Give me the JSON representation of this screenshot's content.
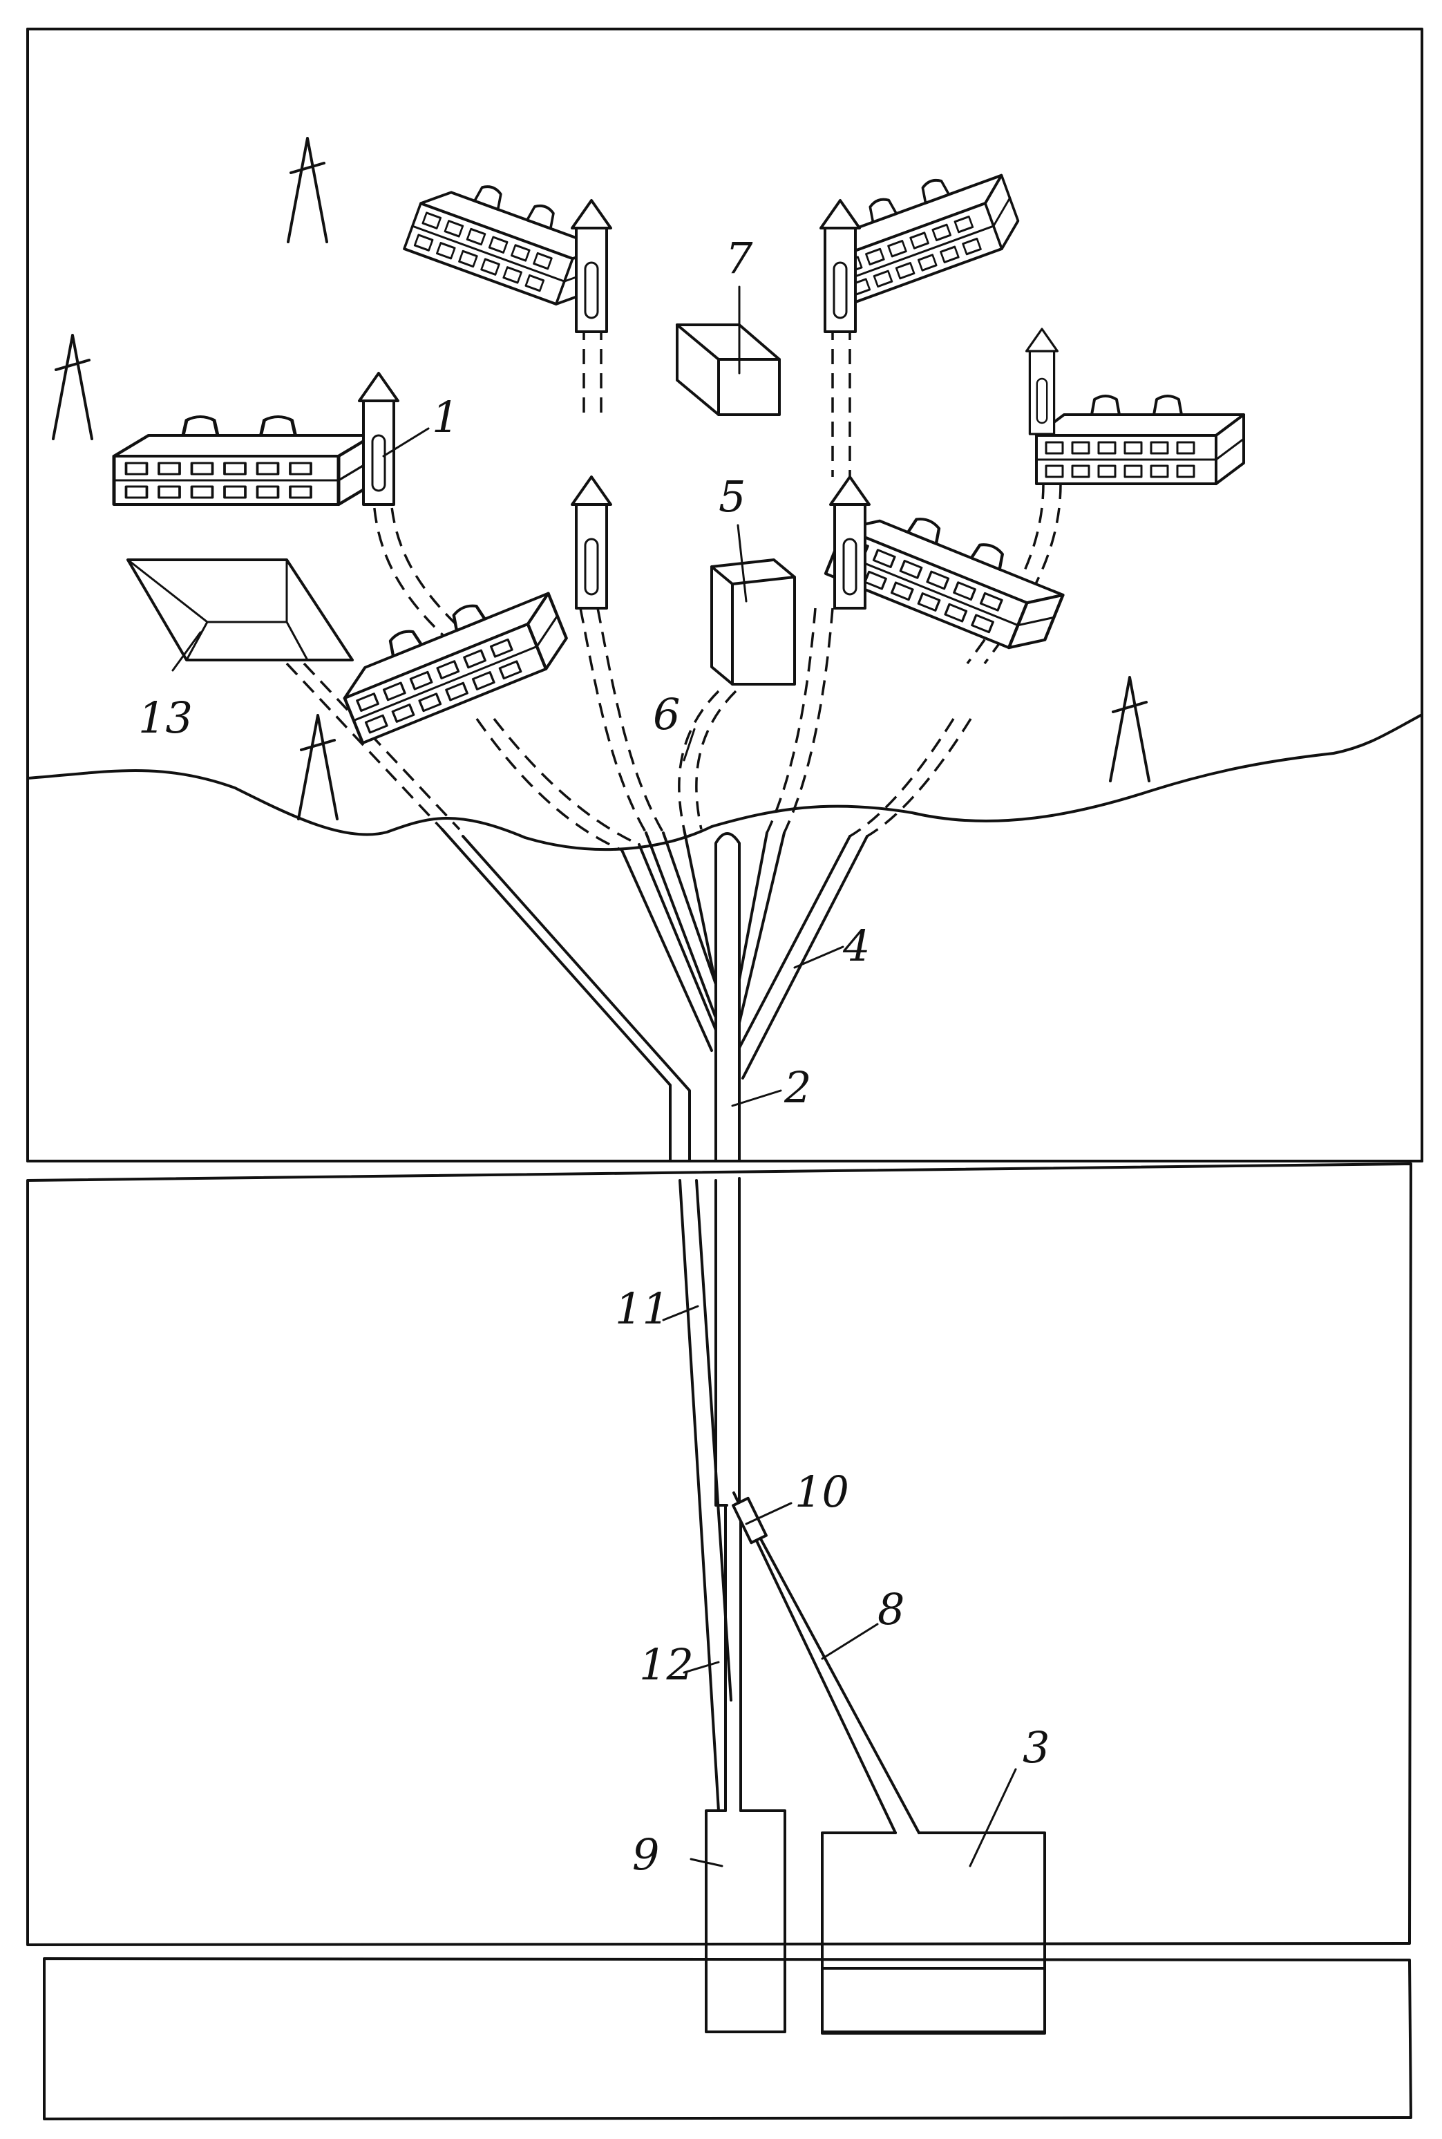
{
  "labels": {
    "l1": "1",
    "l2": "2",
    "l3": "3",
    "l4": "4",
    "l5": "5",
    "l6": "6",
    "l7": "7",
    "l8": "8",
    "l9": "9",
    "l10": "10",
    "l11": "11",
    "l12": "12",
    "l13": "13"
  },
  "icons": {
    "building": "factory-building-icon",
    "tower": "power-tower-icon"
  },
  "colors": {
    "ink": "#111111",
    "paper": "#ffffff"
  }
}
